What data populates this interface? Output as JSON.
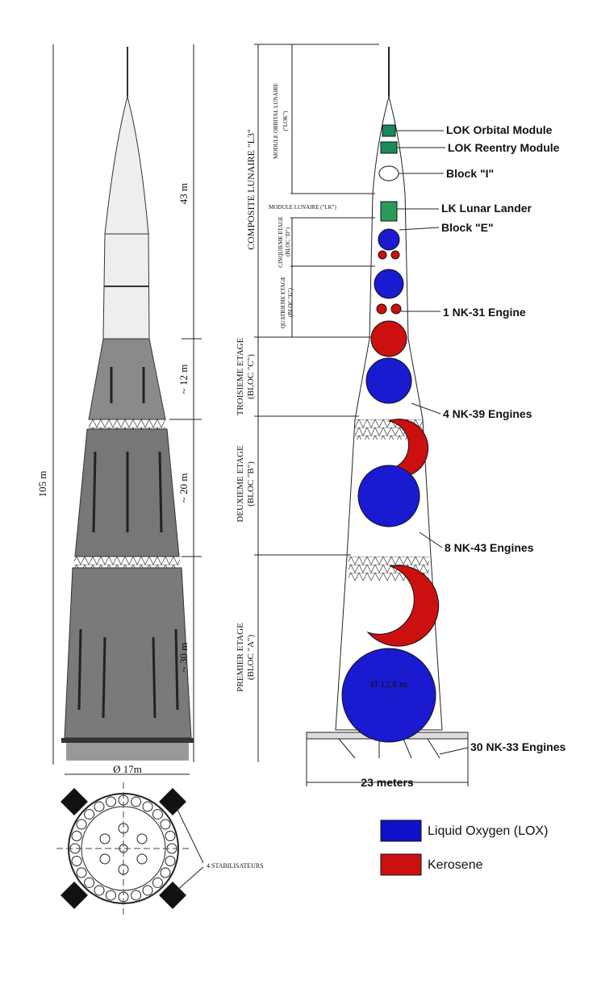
{
  "left_diagram": {
    "total_height": "105 m",
    "dim_43": "43 m",
    "dim_12": "~ 12 m",
    "dim_20": "~ 20 m",
    "dim_30": "~ 30 m",
    "diameter": "Ø 17m",
    "stabilizers": "4 STABILISATEURS"
  },
  "right_diagram": {
    "composite": "COMPOSITE LUNAIRE \"L3\"",
    "module_orbital": "MODULE ORBITAL LUNAIRE",
    "module_orbital_code": "(\"LOK\")",
    "module_lunaire": "MODULE LUNAIRE (\"LK\")",
    "cinquieme": "CINQUIEME ETAGE",
    "cinquieme_bloc": "(BLOC \"D\")",
    "quatrieme": "QUATRIEME ETAGE",
    "quatrieme_bloc": "(BLOC \"G\")",
    "troisieme": "TROISIEME ETAGE",
    "troisieme_bloc": "(BLOC \"C\")",
    "deuxieme": "DEUXIEME ETAGE",
    "deuxieme_bloc": "(BLOC \"B\")",
    "premier": "PREMIER ETAGE",
    "premier_bloc": "(BLOC \"A\")",
    "sphere_diameter": "Ø 12,8 m",
    "width": "23 meters"
  },
  "callouts": [
    "LOK Orbital Module",
    "LOK Reentry Module",
    "Block \"I\"",
    "LK Lunar Lander",
    "Block \"E\"",
    "1 NK-31 Engine",
    "4 NK-39 Engines",
    "8 NK-43 Engines",
    "30 NK-33 Engines"
  ],
  "legend": [
    {
      "label": "Liquid Oxygen (LOX)",
      "color": "#1010c8"
    },
    {
      "label": "Kerosene",
      "color": "#cc1010"
    }
  ]
}
